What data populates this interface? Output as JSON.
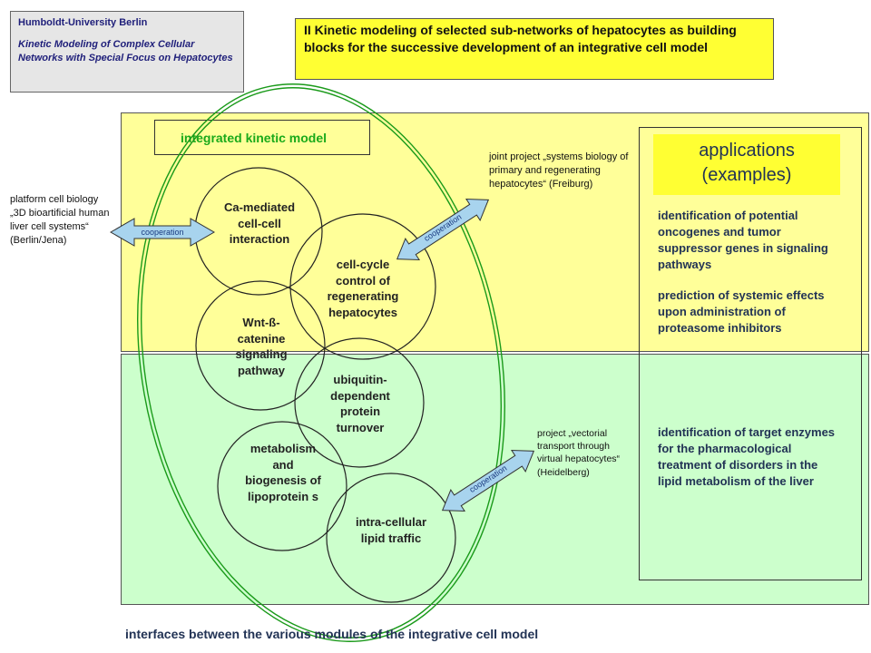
{
  "header": {
    "university": "Humboldt-University  Berlin",
    "subtitle": "Kinetic Modeling of Complex Cellular Networks with Special Focus on Hepatocytes"
  },
  "title": "II    Kinetic modeling of selected sub-networks of hepatocytes as building blocks for the successive development of an integrative cell model",
  "integrated_model_label": "integrated kinetic model",
  "modules": {
    "ca_mediated": "Ca-mediated cell-cell interaction",
    "cell_cycle": "cell-cycle control of regenerating hepatocytes",
    "wnt": "Wnt-ß-catenine signaling pathway",
    "ubiquitin": "ubiquitin-dependent protein turnover",
    "metabolism": "metabolism and biogenesis of lipoprotein s",
    "lipid_traffic": "intra-cellular lipid traffic"
  },
  "partners": {
    "platform": "platform cell biology „3D bioartificial human liver cell systems“ (Berlin/Jena)",
    "joint_project": "joint project „systems biology of primary and regenerating hepatocytes“ (Freiburg)",
    "project_vectorial": "project „vectorial transport through virtual hepatocytes“ (Heidelberg)"
  },
  "cooperation_label": "cooperation",
  "applications": {
    "heading": "applications (examples)",
    "item1": "identification of potential oncogenes and tumor suppressor genes in signaling pathways",
    "item2": "prediction of systemic effects upon administration of proteasome inhibitors",
    "item3": "identification of target enzymes for the pharmacological treatment of disorders in the lipid metabolism of the liver"
  },
  "footer": "interfaces between the various modules of the integrative cell model",
  "colors": {
    "yellow_zone": "#ffff99",
    "green_zone": "#ccffcc",
    "title_yellow": "#ffff33",
    "green_ellipse": "#1a9a1a",
    "arrow_fill": "#a8d4ee"
  }
}
